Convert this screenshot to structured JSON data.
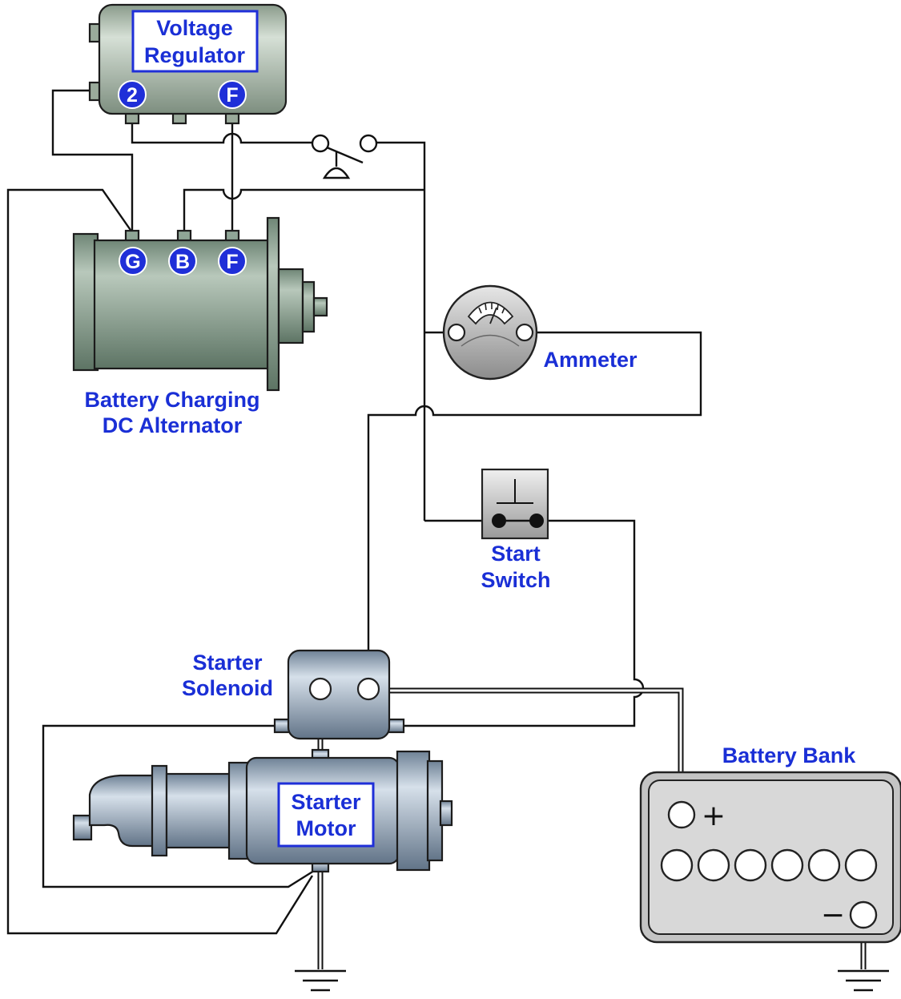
{
  "components": {
    "voltage_regulator": {
      "label_line1": "Voltage",
      "label_line2": "Regulator",
      "terminal_2": "2",
      "terminal_f": "F"
    },
    "alternator": {
      "label_line1": "Battery Charging",
      "label_line2": "DC Alternator",
      "terminal_g": "G",
      "terminal_b": "B",
      "terminal_f": "F"
    },
    "ammeter": {
      "label": "Ammeter"
    },
    "start_switch": {
      "label_line1": "Start",
      "label_line2": "Switch"
    },
    "starter_solenoid": {
      "label_line1": "Starter",
      "label_line2": "Solenoid"
    },
    "starter_motor": {
      "label_line1": "Starter",
      "label_line2": "Motor"
    },
    "battery_bank": {
      "label": "Battery Bank",
      "positive_symbol": "+",
      "negative_symbol": "−",
      "cell_count": 6
    }
  },
  "colors": {
    "label_blue": "#1a2fd6",
    "terminal_badge_blue": "#1f2fd8",
    "regulator_green": "#a9b9a9",
    "alternator_green": "#8fa596",
    "solenoid_motor_blue": "#97a8bc",
    "battery_gray": "#d0d0d0"
  }
}
